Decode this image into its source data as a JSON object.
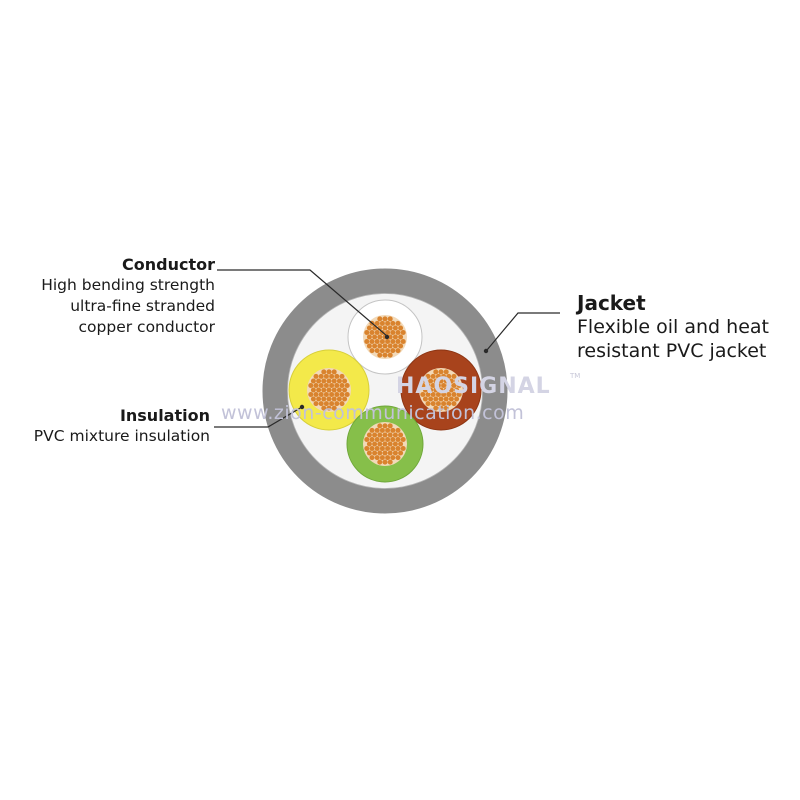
{
  "labels": {
    "conductor": {
      "title": "Conductor",
      "lines": [
        "High bending strength",
        "ultra-fine stranded",
        "copper conductor"
      ]
    },
    "insulation": {
      "title": "Insulation",
      "lines": [
        "PVC mixture insulation"
      ]
    },
    "jacket": {
      "title": "Jacket",
      "lines": [
        "Flexible oil and heat",
        "resistant PVC jacket"
      ]
    }
  },
  "watermark": {
    "brand": "HAOSIGNAL",
    "trademark": "TM",
    "url": "www.zion-communication.com"
  },
  "colors": {
    "jacket": "#8c8c8c",
    "jacket_fill": "#f4f4f4",
    "core_white": "#ffffff",
    "core_yellow": "#f3e94a",
    "core_brown": "#a8431c",
    "core_green": "#86bf4a",
    "copper": "#d9832e",
    "leader_line": "#2a2a2a"
  }
}
